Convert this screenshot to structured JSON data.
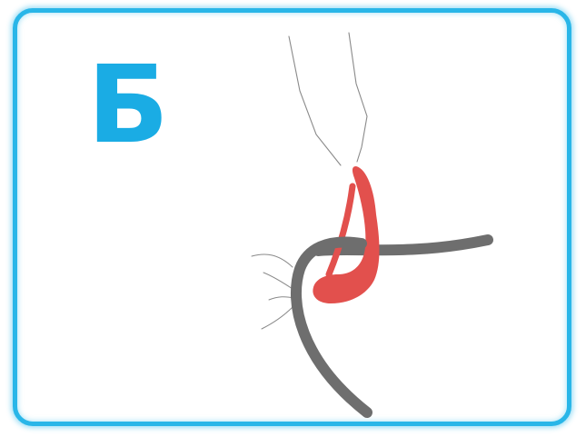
{
  "panel": {
    "step_label": "Б"
  },
  "colors": {
    "frame_border": "#29b6e8",
    "label": "#1aace4",
    "strand": "#6e6e6e",
    "tool": "#e2504d",
    "thread": "#8a8a8a"
  },
  "icons": {
    "strand": "gray-curved-strand",
    "tool": "red-hook-tool",
    "threads": "thin-thread-lines"
  }
}
